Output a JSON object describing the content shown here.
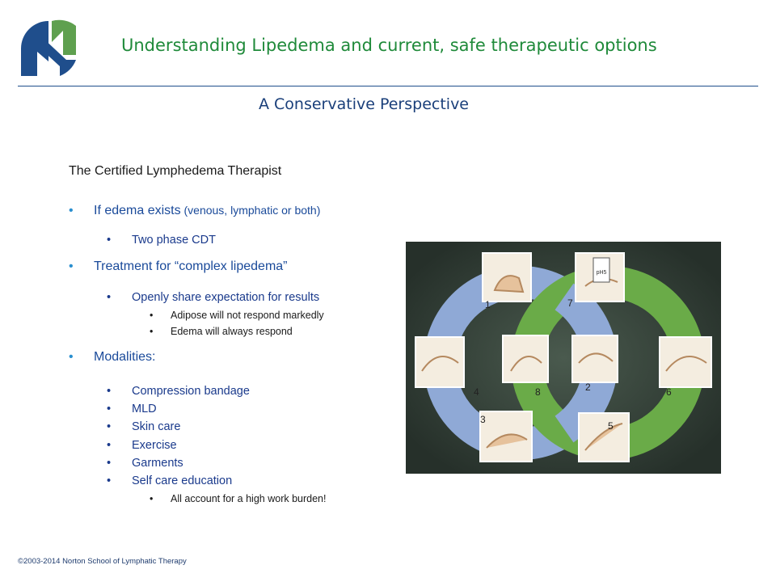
{
  "header": {
    "title": "Understanding Lipedema and current, safe therapeutic options",
    "subtitle": "A Conservative Perspective",
    "logo_icon": "norton-school-logo-icon"
  },
  "content": {
    "heading": "The Certified Lymphedema Therapist",
    "items": [
      {
        "text": "If edema exists",
        "small": " (venous, lymphatic or both)"
      },
      {
        "text": "Two phase CDT"
      },
      {
        "text": "Treatment for “complex lipedema”"
      },
      {
        "text": "Openly share expectation for results"
      },
      {
        "text": "Adipose will not respond markedly"
      },
      {
        "text": "Edema will always  respond"
      },
      {
        "text": "Modalities:"
      },
      {
        "text": "Compression bandage"
      },
      {
        "text": "MLD"
      },
      {
        "text": "Skin care"
      },
      {
        "text": "Exercise"
      },
      {
        "text": "Garments"
      },
      {
        "text": "Self care education"
      },
      {
        "text": "All account for a high work burden!"
      }
    ]
  },
  "figure": {
    "labels": [
      "1",
      "2",
      "3",
      "4",
      "5",
      "6",
      "7",
      "8"
    ],
    "box_label": "pH5"
  },
  "footer": {
    "copyright": "©2003-2014 Norton School of Lymphatic Therapy"
  },
  "colors": {
    "title_green": "#1f8a3a",
    "subtitle_blue": "#1a3f7a",
    "ring_blue": "#8fa9d6",
    "ring_green": "#6aab48",
    "background_dark": "#2f3b34"
  }
}
